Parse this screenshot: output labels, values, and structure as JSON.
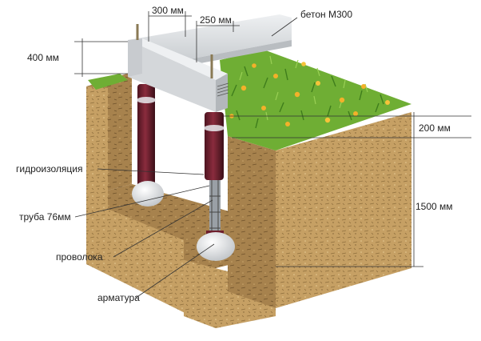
{
  "labels": {
    "concrete_grade": "бетон М300",
    "dim_300": "300 мм",
    "dim_250": "250 мм",
    "dim_400": "400 мм",
    "dim_200": "200 мм",
    "dim_1500": "1500 мм",
    "waterproofing": "гидроизоляция",
    "pipe": "труба 76мм",
    "wire": "проволока",
    "rebar": "арматура"
  },
  "colors": {
    "soil": "#c9a468",
    "soil_dark": "#a5814c",
    "concrete": "#d9dcdf",
    "pipe": "#6e1f2c",
    "grass": "#77b53a",
    "flower": "#f3b12a"
  }
}
